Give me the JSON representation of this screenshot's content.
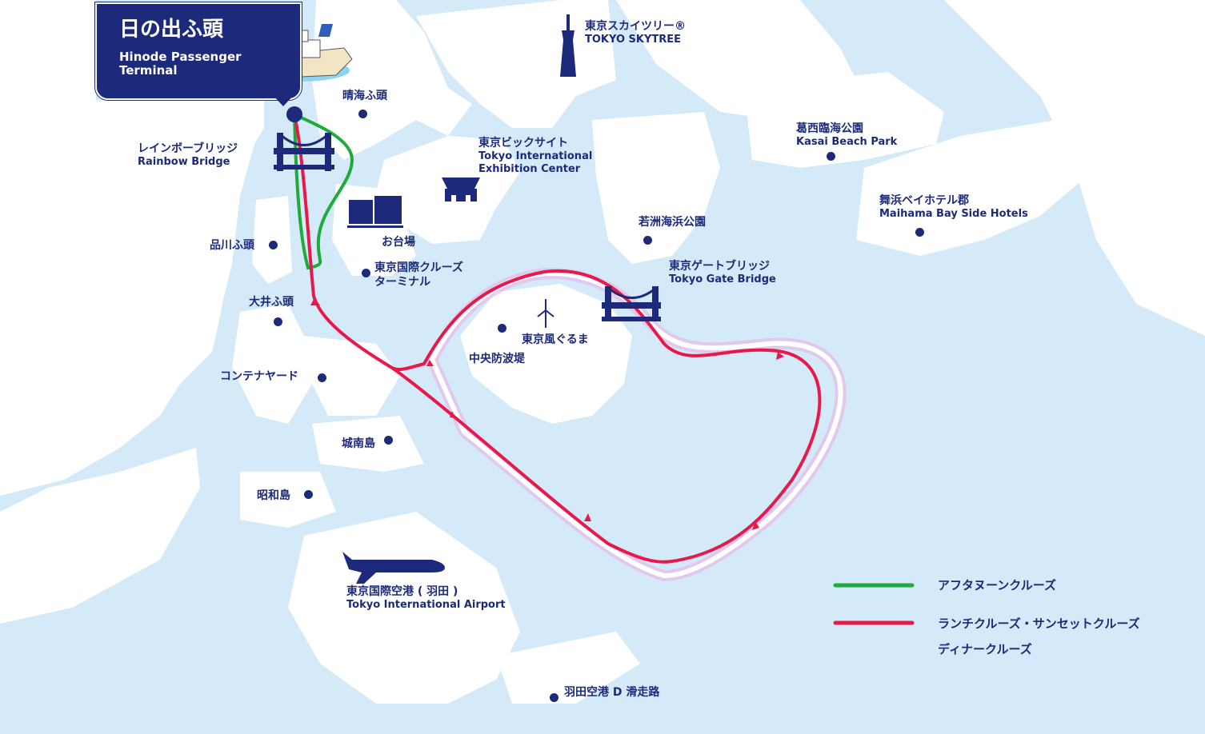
{
  "terminal": {
    "name_ja": "日の出ふ頭",
    "name_en_line1": "Hinode Passenger",
    "name_en_line2": "Terminal"
  },
  "landmarks": {
    "skytree_ja": "東京スカイツリー®",
    "skytree_en": "TOKYO SKYTREE",
    "harumi": "晴海ふ頭",
    "rainbow_ja": "レインボーブリッジ",
    "rainbow_en": "Rainbow Bridge",
    "bigsight_ja": "東京ビックサイト",
    "bigsight_en1": "Tokyo International",
    "bigsight_en2": "Exhibition Center",
    "kasai_ja": "葛西臨海公園",
    "kasai_en": "Kasai Beach Park",
    "maihama_ja": "舞浜ベイホテル郡",
    "maihama_en": "Maihama Bay Side Hotels",
    "wakasu": "若洲海浜公園",
    "gate_ja": "東京ゲートブリッジ",
    "gate_en": "Tokyo Gate Bridge",
    "odaiba": "お台場",
    "shinagawa": "品川ふ頭",
    "cruise_terminal_1": "東京国際クルーズ",
    "cruise_terminal_2": "ターミナル",
    "ooi": "大井ふ頭",
    "kazaguruma": "東京風ぐるま",
    "chuo": "中央防波堤",
    "container": "コンテナヤード",
    "jonanjima": "城南島",
    "showajima": "昭和島",
    "airport_ja": "東京国際空港 ( 羽田 )",
    "airport_en": "Tokyo International Airport",
    "runway_d": "羽田空港 D 滑走路"
  },
  "legend": {
    "afternoon": {
      "label": "アフタヌーンクルーズ",
      "color": "#1eab3c"
    },
    "lunch_line1": "ランチクルーズ・サンセットクルーズ",
    "lunch_line2": "ディナークルーズ",
    "lunch_color": "#e8194a"
  },
  "colors": {
    "water": "#d4eaf8",
    "land": "#ffffff",
    "label": "#1c2a7a",
    "heart_glow": "#e7b3e6"
  }
}
